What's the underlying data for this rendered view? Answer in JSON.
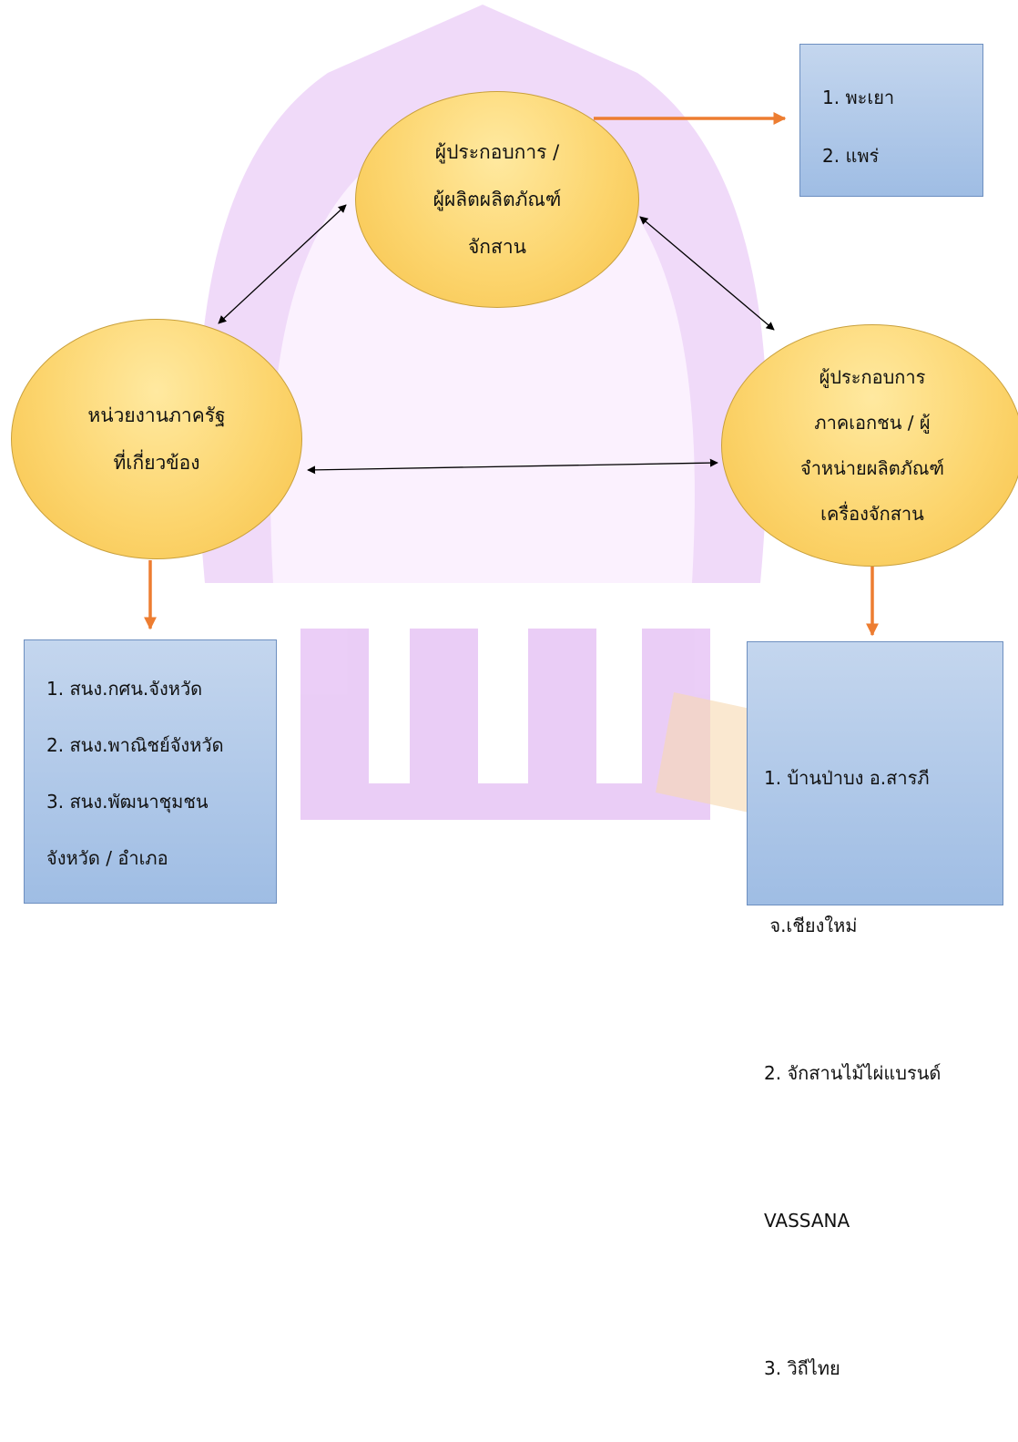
{
  "nodes": {
    "producer": {
      "lines": [
        "ผู้ประกอบการ /",
        "ผู้ผลิตผลิตภัณฑ์",
        "จักสาน"
      ]
    },
    "government": {
      "lines": [
        "หน่วยงานภาครัฐ",
        "ที่เกี่ยวข้อง"
      ]
    },
    "private": {
      "lines": [
        "ผู้ประกอบการ",
        "ภาคเอกชน / ผู้",
        "จำหน่ายผลิตภัณฑ์",
        "เครื่องจักสาน"
      ]
    }
  },
  "boxes": {
    "provinces": {
      "items": [
        "1. พะเยา",
        "2. แพร่"
      ]
    },
    "government_agencies": {
      "items": [
        "1. สนง.กศน.จังหวัด",
        "2. สนง.พาณิชย์จังหวัด",
        "3. สนง.พัฒนาชุมชน",
        "จังหวัด / อำเภอ"
      ]
    },
    "private_examples": {
      "items": [
        "1. บ้านป่าบง อ.สารภี",
        " จ.เชียงใหม่",
        "2. จักสานไม้ไผ่แบรนด์",
        "VASSANA",
        "3. วิถีไทย"
      ]
    }
  },
  "colors": {
    "ellipse_fill": "#fcd56e",
    "box_fill": "#a9c4e8",
    "orange_arrow": "#ed7d31",
    "watermark": "#e7c4f5"
  }
}
